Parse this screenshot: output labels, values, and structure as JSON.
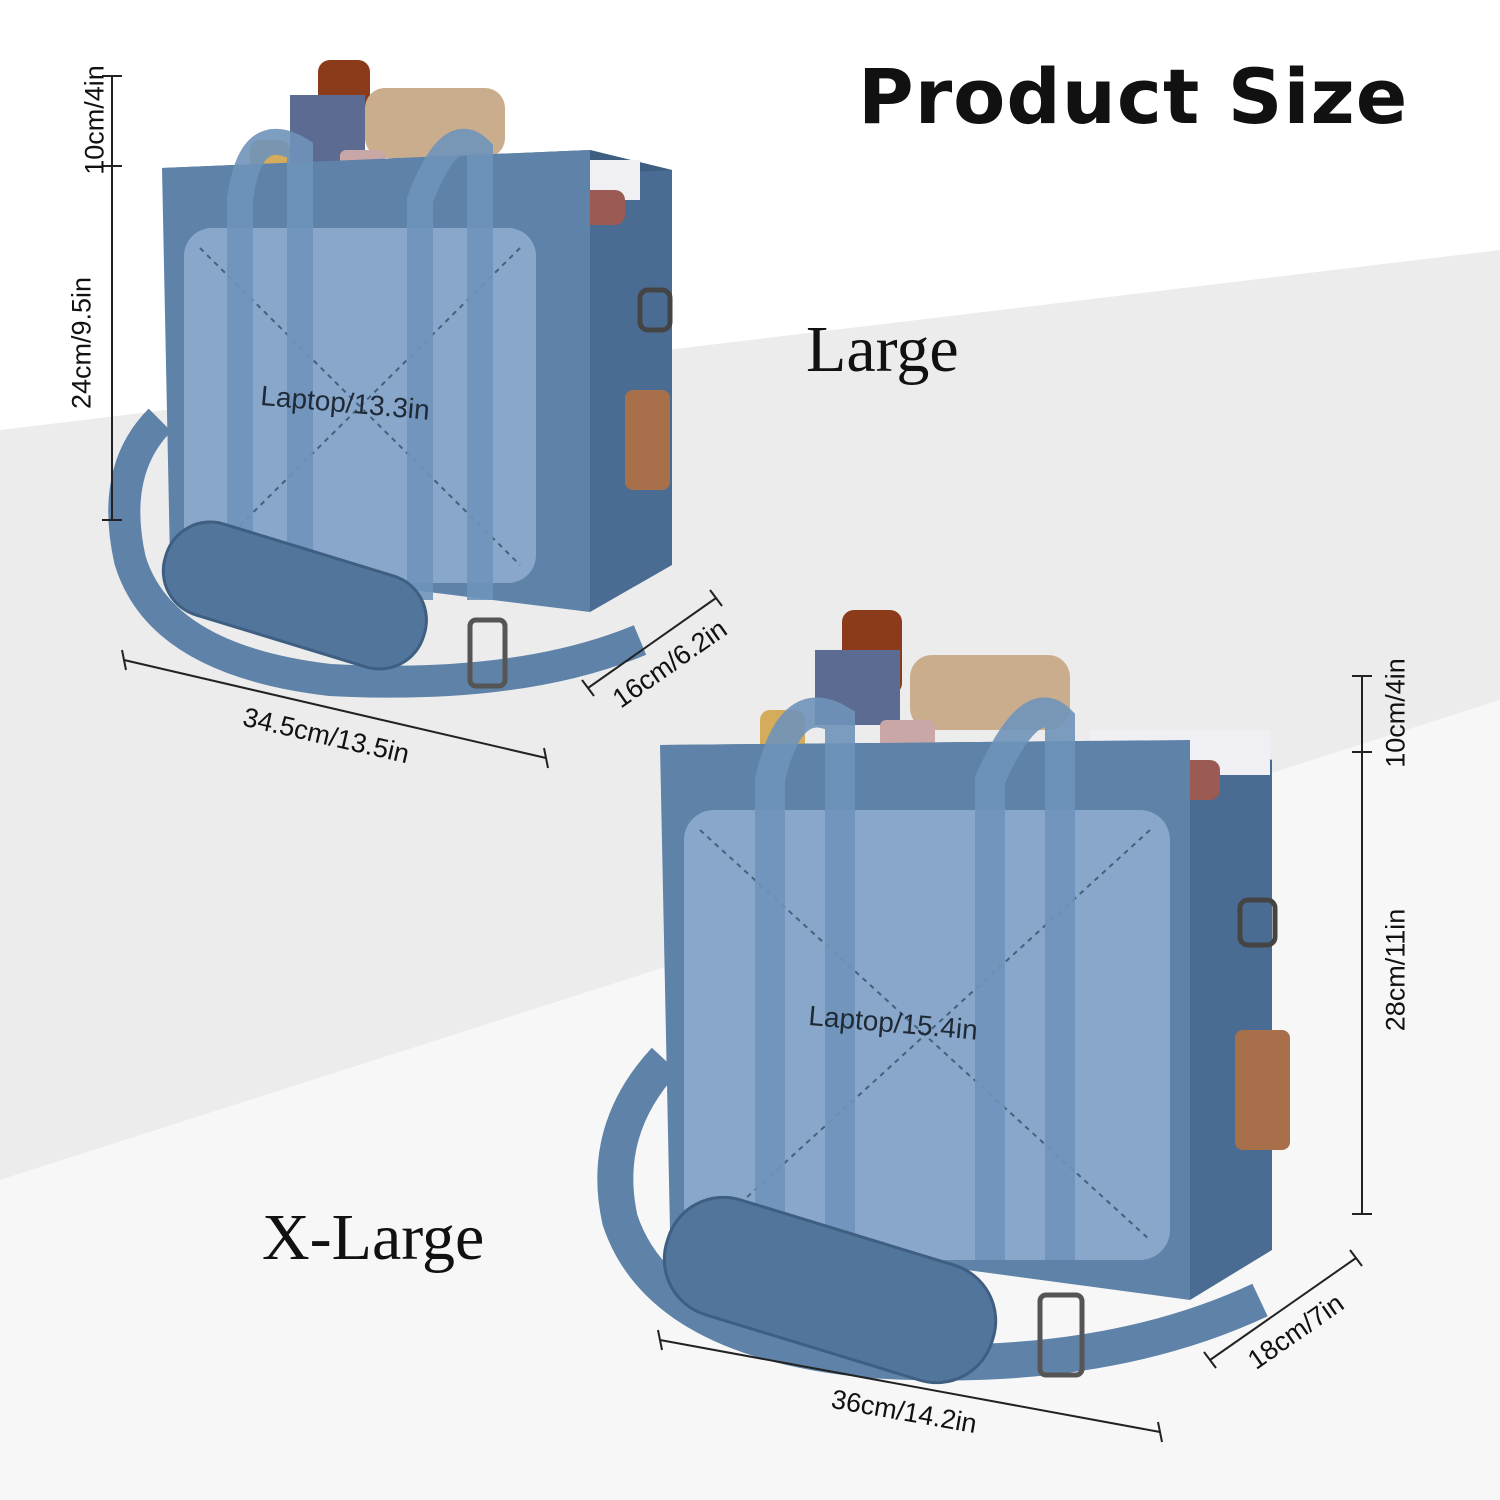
{
  "title": "Product Size",
  "colors": {
    "bag": "#5e82a8",
    "bag_dark": "#4a6c92",
    "accent_leather": "#a8704a",
    "background": "#ffffff",
    "shadow": "#ececec"
  },
  "products": [
    {
      "name": "Large",
      "laptop": "Laptop/13.3in",
      "handle_height": "10cm/4in",
      "height": "24cm/9.5in",
      "width": "34.5cm/13.5in",
      "depth": "16cm/6.2in"
    },
    {
      "name": "X-Large",
      "laptop": "Laptop/15.4in",
      "handle_height": "10cm/4in",
      "height": "28cm/11in",
      "width": "36cm/14.2in",
      "depth": "18cm/7in"
    }
  ]
}
